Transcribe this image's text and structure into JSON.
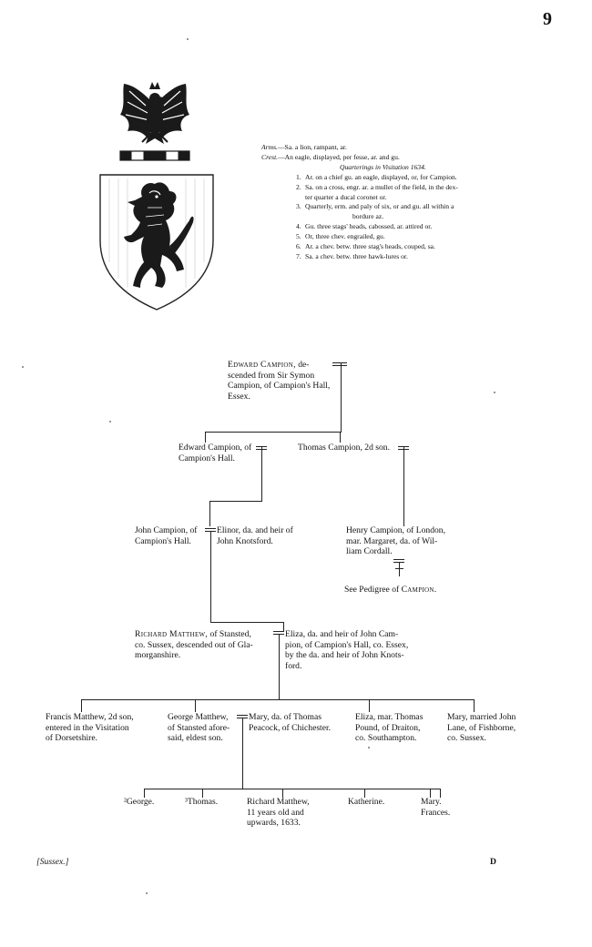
{
  "page_number": "9",
  "heraldry": {
    "arms_label": "Arms.",
    "arms_text": "—Sa. a lion, rampant, ar.",
    "crest_label": "Crest.",
    "crest_text": "—An eagle, displayed, per fesse, ar. and gu.",
    "quarterings_title": "Quarterings in Visitation 1634.",
    "quarterings": [
      {
        "num": "1.",
        "lines": [
          "Ar. on a chief gu. an eagle, displayed, or, for Campion."
        ]
      },
      {
        "num": "2.",
        "lines": [
          "Sa. on a cross, engr. ar. a mullet of the field, in the dex-",
          "ter quarter a ducal coronet or."
        ]
      },
      {
        "num": "3.",
        "lines": [
          "Quarterly, erm. and paly of six, or and gu. all within a",
          "bordure az."
        ]
      },
      {
        "num": "4.",
        "lines": [
          "Gu. three stags' heads, cabossed, ar. attired or."
        ]
      },
      {
        "num": "5.",
        "lines": [
          "Or, three chev. engrailed, gu."
        ]
      },
      {
        "num": "6.",
        "lines": [
          "Ar. a chev. betw. three stag's heads, couped, sa."
        ]
      },
      {
        "num": "7.",
        "lines": [
          "Sa. a chev. betw. three hawk-lures or."
        ]
      }
    ]
  },
  "pedigree": {
    "edward_sr": {
      "name": "Edward Campion,",
      "lines": [
        "scended from Sir Symon",
        "Campion, of Campion's Hall,",
        "Essex."
      ],
      "suffix": " de-"
    },
    "edward_jr": [
      "Edward Campion, of",
      "Campion's Hall."
    ],
    "thomas": "Thomas Campion, 2d son.",
    "john": [
      "John Campion, of",
      "Campion's Hall."
    ],
    "elinor": [
      "Elinor, da. and heir of",
      "John Knotsford."
    ],
    "henry": [
      "Henry Campion, of London,",
      "mar. Margaret, da. of Wil-",
      "liam Cordall."
    ],
    "see_pedigree": {
      "text": "See Pedigree of ",
      "name": "Campion."
    },
    "richard": {
      "name": "Richard Matthew,",
      "first_rest": " of Stansted,",
      "lines": [
        "co. Sussex, descended out of Gla-",
        "morganshire."
      ]
    },
    "eliza": [
      "Eliza, da. and heir of John Cam-",
      "pion, of Campion's Hall, co. Essex,",
      "by the da. and heir of John Knots-",
      "ford."
    ],
    "francis": [
      "Francis Matthew, 2d son,",
      "entered in the Visitation",
      "of Dorsetshire."
    ],
    "george": [
      "George Matthew,",
      "of Stansted afore-",
      "said, eldest son."
    ],
    "mary_wife": [
      "Mary, da. of Thomas",
      "Peacock, of Chichester."
    ],
    "eliza2": [
      "Eliza, mar. Thomas",
      "Pound, of Draiton,",
      "co. Southampton."
    ],
    "mary2": [
      "Mary, married John",
      "Lane, of Fishborne,",
      "co. Sussex."
    ],
    "grandchildren": {
      "george": "²George.",
      "thomas": "³Thomas.",
      "richard": [
        "Richard Matthew,",
        "11 years old and",
        "upwards, 1633."
      ],
      "katherine": "Katherine.",
      "mary_frances": [
        "Mary.",
        "Frances."
      ]
    }
  },
  "footer": {
    "county": "[Sussex.]",
    "signature": "D"
  }
}
